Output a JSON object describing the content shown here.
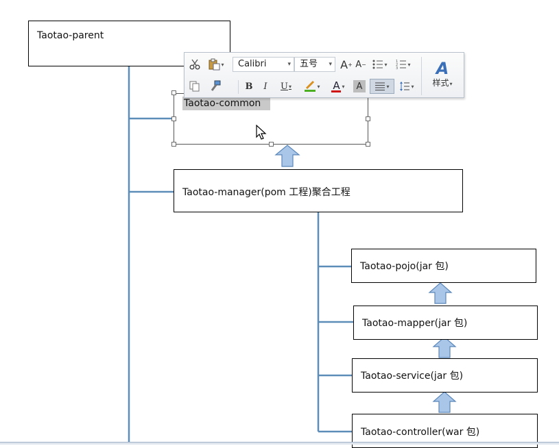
{
  "boxes": {
    "parent": "Taotao-parent",
    "common": "Taotao-common",
    "manager": "Taotao-manager(pom 工程)聚合工程",
    "pojo": "Taotao-pojo(jar 包)",
    "mapper": "Taotao-mapper(jar 包)",
    "service": "Taotao-service(jar 包)",
    "controller": "Taotao-controller(war 包)"
  },
  "toolbar": {
    "font_name": "Calibri",
    "font_size": "五号",
    "styles_label": "样式",
    "bold": "B",
    "italic": "I",
    "underline": "U",
    "font_color": "A",
    "grow_font": "A",
    "shrink_font": "A",
    "char_shading": "A",
    "styles_glyph": "A"
  },
  "colors": {
    "connector": "#5b8db8",
    "arrow_fill": "#a9c6e8",
    "arrow_stroke": "#5a86b8",
    "highlight_green": "#4caf22",
    "font_color_red": "#d01010"
  },
  "icons": [
    "cut-icon",
    "paste-icon",
    "copy-icon",
    "format-painter-icon",
    "bullets-icon",
    "numbering-icon",
    "highlighter-icon",
    "align-icon",
    "line-spacing-icon",
    "styles-icon",
    "mouse-cursor-icon"
  ]
}
